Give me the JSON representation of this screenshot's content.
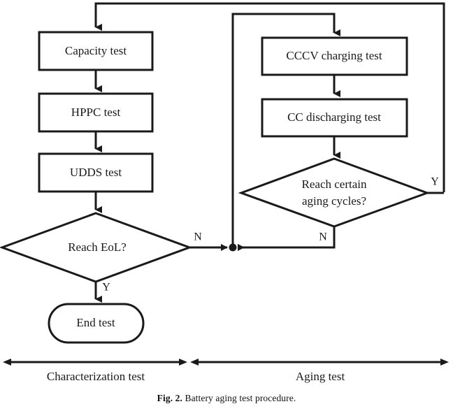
{
  "figure": {
    "caption_prefix": "Fig. 2.",
    "caption_text": " Battery aging test procedure."
  },
  "colors": {
    "stroke": "#1a1a1a",
    "fill": "#ffffff",
    "background": "#ffffff"
  },
  "diagram": {
    "type": "flowchart",
    "title": "Battery aging test procedure",
    "characterization_branch": {
      "nodes": [
        {
          "id": "capacity-test",
          "label": "Capacity test",
          "shape": "process"
        },
        {
          "id": "hppc-test",
          "label": "HPPC test",
          "shape": "process"
        },
        {
          "id": "udds-test",
          "label": "UDDS test",
          "shape": "process"
        },
        {
          "id": "reach-eol",
          "label": "Reach EoL?",
          "shape": "decision"
        },
        {
          "id": "end-test",
          "label": "End test",
          "shape": "terminator"
        }
      ],
      "branch_labels": {
        "eol_yes": "Y",
        "eol_no": "N"
      }
    },
    "aging_branch": {
      "nodes": [
        {
          "id": "cccv-charging-test",
          "label": "CCCV charging test",
          "shape": "process"
        },
        {
          "id": "cc-discharging-test",
          "label": "CC discharging test",
          "shape": "process"
        },
        {
          "id": "reach-cycles",
          "label_line1": "Reach certain",
          "label_line2": "aging cycles?",
          "shape": "decision"
        }
      ],
      "branch_labels": {
        "cycles_yes": "Y",
        "cycles_no": "N"
      }
    },
    "phase_bars": [
      {
        "id": "characterization-test",
        "label": "Characterization test"
      },
      {
        "id": "aging-test",
        "label": "Aging test"
      }
    ]
  }
}
